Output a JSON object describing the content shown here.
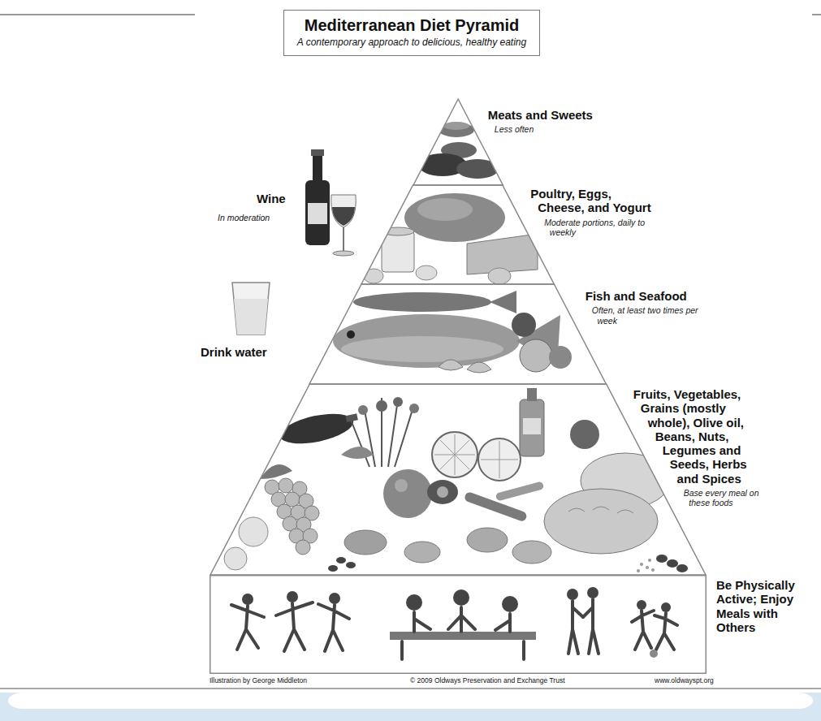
{
  "diagram": {
    "nodes": [
      {
        "text": [
          "Mediterranean Diet Pyramid",
          "A contemporary approach to delicious, healthy eating"
        ]
      },
      {
        "text": [
          "Meats and Sweets",
          "Less often"
        ]
      },
      {
        "text": [
          "Poultry, Eggs, Cheese, and Yogurt",
          "Moderate portions, daily to weekly"
        ]
      },
      {
        "text": [
          "Fish and Seafood",
          "Often, at least two times per week"
        ]
      },
      {
        "text": [
          "Fruits, Vegetables, Grains (mostly whole), Olive oil, Beans, Nuts, Legumes and Seeds, Herbs and Spices",
          "Base every meal on these foods"
        ]
      },
      {
        "text": [
          "Be Physically Active; Enjoy Meals with Others"
        ]
      }
    ],
    "labels": [
      "Wine",
      "In moderation",
      "Drink water",
      "Illustration by George Middleton",
      "© 2009 Oldways Preservation and Exchange Trust",
      "www.oldwayspt.org"
    ]
  }
}
